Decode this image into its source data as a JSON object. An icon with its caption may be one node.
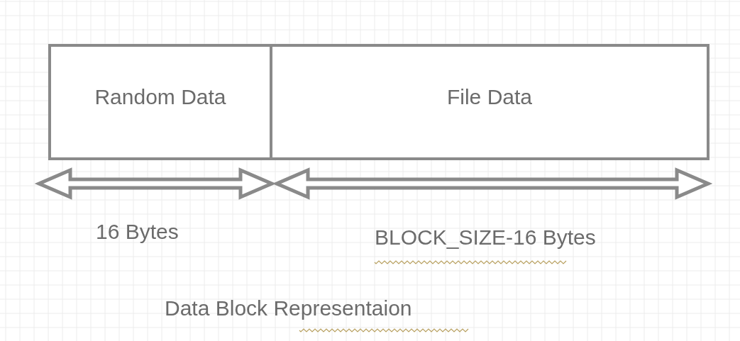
{
  "diagram": {
    "caption": "Data Block Representaion",
    "nodes": [
      {
        "text": [
          "Random Data"
        ]
      },
      {
        "text": [
          "File Data"
        ]
      }
    ],
    "labels": [
      "16 Bytes",
      "BLOCK_SIZE-16 Bytes"
    ]
  }
}
